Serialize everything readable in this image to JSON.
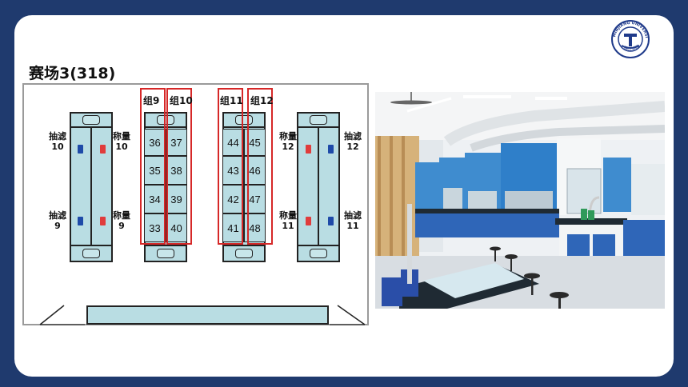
{
  "slide": {
    "title": "赛场3(318)"
  },
  "university_logo": {
    "text": "MINJIANG UNIVERSITY",
    "sub": "闽江学院"
  },
  "floor_plan": {
    "groups": [
      {
        "label": "组9",
        "cells": [
          "36",
          "35",
          "34",
          "33"
        ]
      },
      {
        "label": "组10",
        "cells": [
          "37",
          "38",
          "39",
          "40"
        ]
      },
      {
        "label": "组11",
        "cells": [
          "44",
          "43",
          "42",
          "41"
        ]
      },
      {
        "label": "组12",
        "cells": [
          "45",
          "46",
          "47",
          "48"
        ]
      }
    ],
    "left_labels": {
      "suction_10": "抽滤10",
      "suction_9": "抽滤9",
      "weigh_10": "称量10",
      "weigh_9": "称量9"
    },
    "right_labels": {
      "weigh_12": "称量12",
      "weigh_11": "称量11",
      "suction_12": "抽滤12",
      "suction_11": "抽滤11"
    },
    "colors": {
      "bench": "#b9dde3",
      "group_outline": "#d62828",
      "red_marker": "#e03c3c",
      "blue_marker": "#1e4aa8"
    }
  }
}
